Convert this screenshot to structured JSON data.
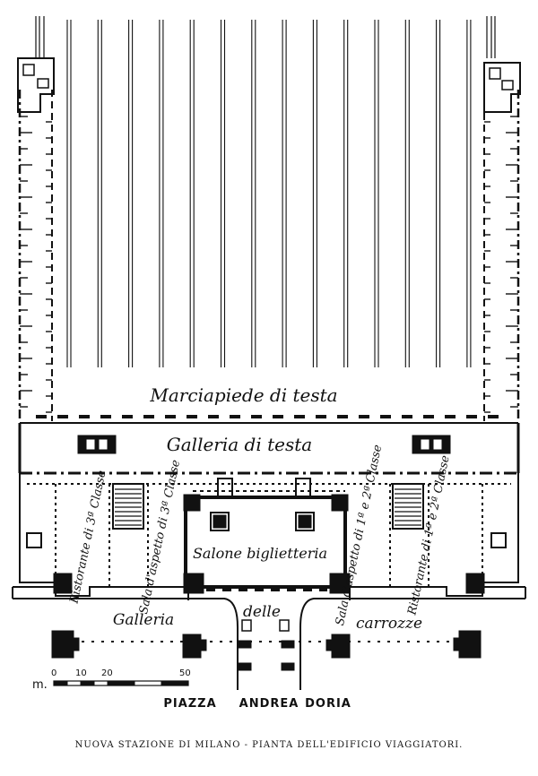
{
  "labels": {
    "marciapiede": "Marciapiede di testa",
    "galleria_testa": "Galleria di testa",
    "ristorante_3": "Ristorante di 3ª Classe",
    "sala_3": "Sala d'aspetto di 3ª Classe",
    "salone": "Salone biglietteria",
    "sala_12": "Sala d'aspetto di 1ª e 2ª Classe",
    "ristorante_12": "Ristorante di 1ª e 2ª Classe",
    "galleria": "Galleria",
    "delle": "delle",
    "carrozze": "carrozze",
    "piazza": "PIAZZA",
    "andrea": "ANDREA",
    "doria": "DORIA"
  },
  "scale": {
    "unit": "m.",
    "ticks": [
      "0",
      "10",
      "20",
      "50"
    ]
  },
  "caption": "NUOVA STAZIONE DI MILANO - PIANTA DELL'EDIFICIO VIAGGIATORI.",
  "colors": {
    "ink": "#111111",
    "paper": "#ffffff"
  }
}
